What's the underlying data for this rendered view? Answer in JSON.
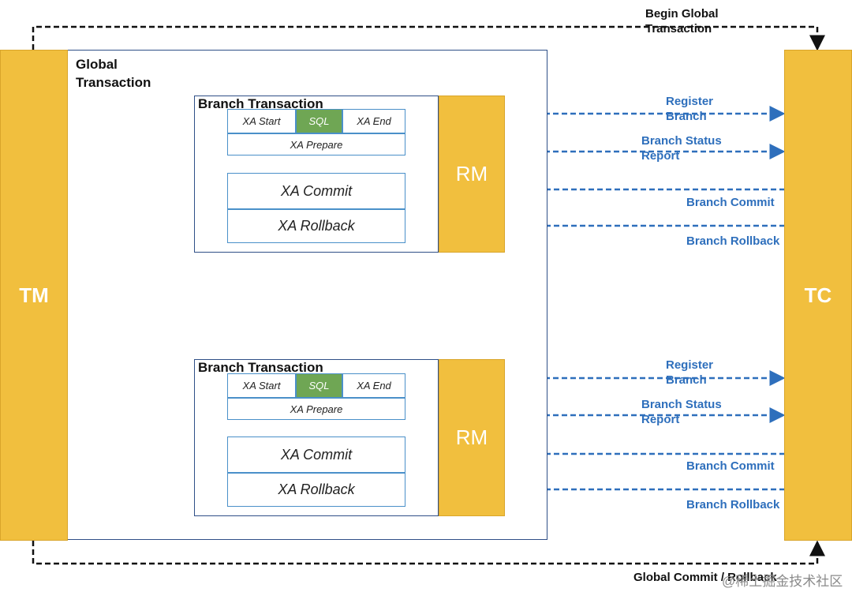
{
  "tm": "TM",
  "tc": "TC",
  "global_transaction": "Global\nTransaction",
  "begin_global": "Begin Global\nTransaction",
  "global_commit_rollback": "Global Commit / Rollback",
  "watermark": "@稀土掘金技术社区",
  "branches": [
    {
      "title": "Branch Transaction",
      "xa_start": "XA Start",
      "sql": "SQL",
      "xa_end": "XA End",
      "xa_prepare": "XA Prepare",
      "xa_commit": "XA Commit",
      "xa_rollback": "XA Rollback",
      "rm": "RM",
      "register_branch": "Register\nBranch",
      "branch_status_report": "Branch Status\nReport",
      "branch_commit": "Branch Commit",
      "branch_rollback": "Branch Rollback"
    },
    {
      "title": "Branch Transaction",
      "xa_start": "XA Start",
      "sql": "SQL",
      "xa_end": "XA End",
      "xa_prepare": "XA Prepare",
      "xa_commit": "XA Commit",
      "xa_rollback": "XA Rollback",
      "rm": "RM",
      "register_branch": "Register\nBranch",
      "branch_status_report": "Branch Status\nReport",
      "branch_commit": "Branch Commit",
      "branch_rollback": "Branch Rollback"
    }
  ],
  "colors": {
    "yellow": "#f1bf3e",
    "sql_green": "#6fa654",
    "arrow_blue": "#2e6fbc",
    "box_border": "#2f4f87"
  }
}
